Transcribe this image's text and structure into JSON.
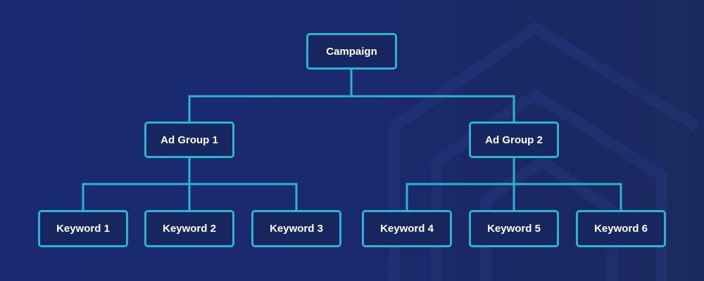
{
  "colors": {
    "background": "#1a2a6c",
    "accent": "#2ab3d3",
    "node_fill": "#17265f",
    "text": "#ffffff"
  },
  "diagram": {
    "root": {
      "label": "Campaign"
    },
    "groups": [
      {
        "label": "Ad Group 1",
        "keywords": [
          "Keyword 1",
          "Keyword 2",
          "Keyword 3"
        ]
      },
      {
        "label": "Ad Group 2",
        "keywords": [
          "Keyword 4",
          "Keyword 5",
          "Keyword 6"
        ]
      }
    ]
  }
}
